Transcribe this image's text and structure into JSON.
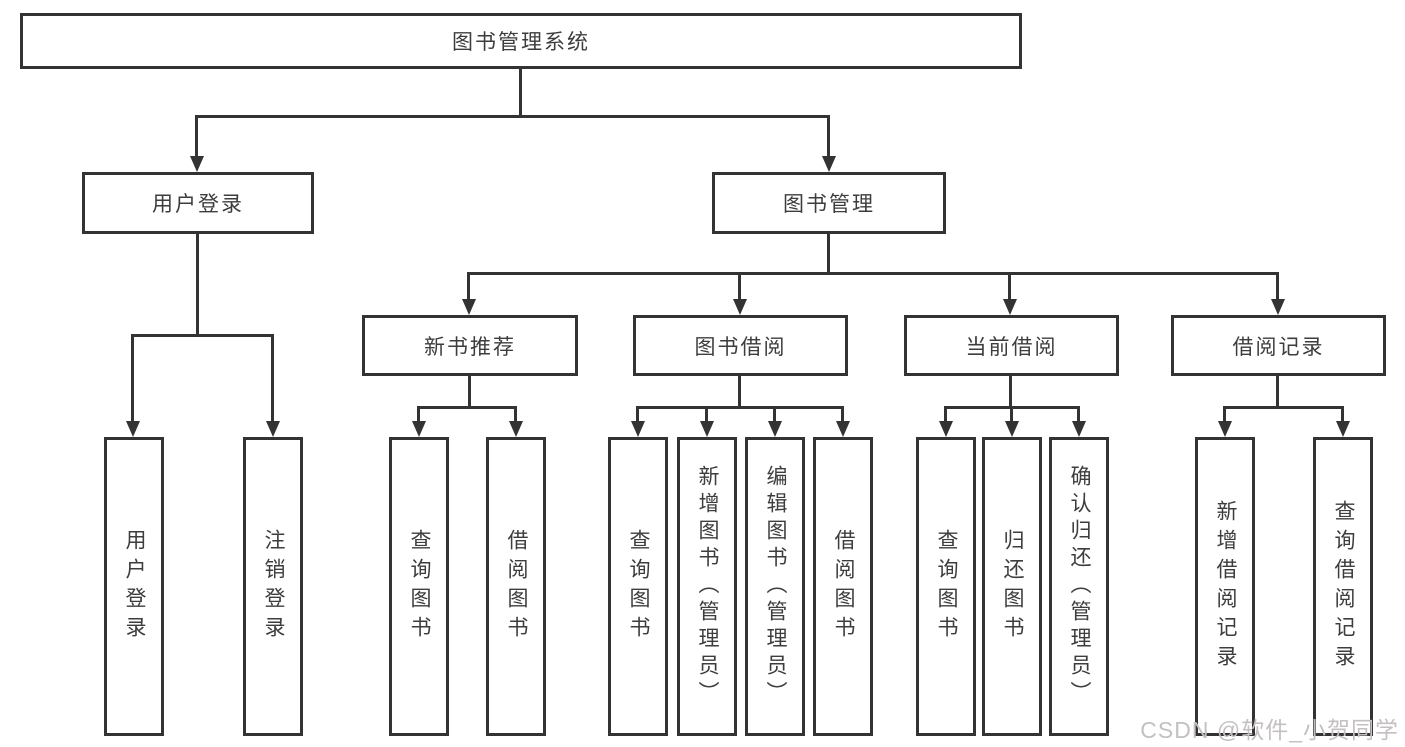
{
  "diagram_title": "图书管理系统",
  "tree": {
    "root": {
      "label": "图书管理系统"
    },
    "branches": [
      {
        "label": "用户登录",
        "children": [
          {
            "label": "用户登录"
          },
          {
            "label": "注销登录"
          }
        ]
      },
      {
        "label": "图书管理",
        "children": [
          {
            "label": "新书推荐",
            "children": [
              {
                "label": "查询图书"
              },
              {
                "label": "借阅图书"
              }
            ]
          },
          {
            "label": "图书借阅",
            "children": [
              {
                "label": "查询图书"
              },
              {
                "label": "新增图书（管理员）"
              },
              {
                "label": "编辑图书（管理员）"
              },
              {
                "label": "借阅图书"
              }
            ]
          },
          {
            "label": "当前借阅",
            "children": [
              {
                "label": "查询图书"
              },
              {
                "label": "归还图书"
              },
              {
                "label": "确认归还（管理员）"
              }
            ]
          },
          {
            "label": "借阅记录",
            "children": [
              {
                "label": "新增借阅记录"
              },
              {
                "label": "查询借阅记录"
              }
            ]
          }
        ]
      }
    ]
  },
  "watermark": {
    "text": "CSDN @软件_小贺同学"
  },
  "colors": {
    "line": "#333333",
    "text": "#3d3d3d",
    "watermark": "#c4c0c0",
    "background": "#ffffff"
  }
}
